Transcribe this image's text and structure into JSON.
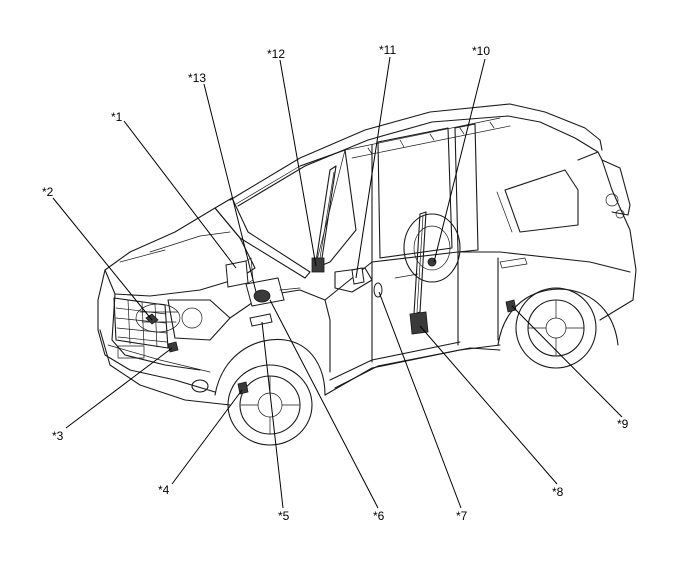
{
  "callouts": [
    {
      "id": "1",
      "label": "*1"
    },
    {
      "id": "2",
      "label": "*2"
    },
    {
      "id": "3",
      "label": "*3"
    },
    {
      "id": "4",
      "label": "*4"
    },
    {
      "id": "5",
      "label": "*5"
    },
    {
      "id": "6",
      "label": "*6"
    },
    {
      "id": "7",
      "label": "*7"
    },
    {
      "id": "8",
      "label": "*8"
    },
    {
      "id": "9",
      "label": "*9"
    },
    {
      "id": "10",
      "label": "*10"
    },
    {
      "id": "11",
      "label": "*11"
    },
    {
      "id": "12",
      "label": "*12"
    },
    {
      "id": "13",
      "label": "*13"
    }
  ]
}
